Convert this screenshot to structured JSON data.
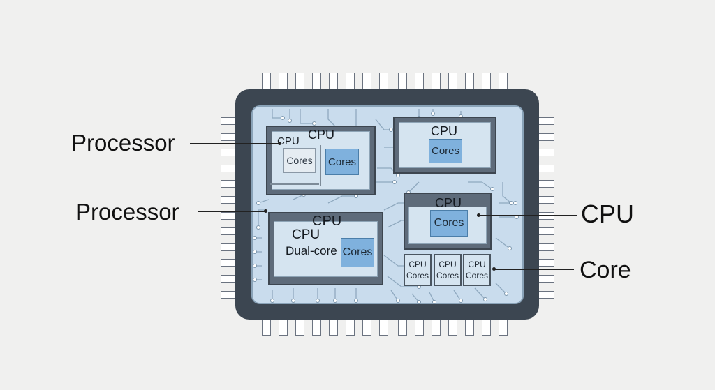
{
  "colors": {
    "background": "#f0f0ef",
    "package": "#3c4651",
    "board": "#c9dced",
    "core_highlight": "#7fb1dd",
    "pin": "#ffffff"
  },
  "callouts": {
    "processor_top": "Processor",
    "processor_bottom": "Processor",
    "cpu": "CPU",
    "core": "Core"
  },
  "top_left_block": {
    "title": "CPU",
    "sub_title": "CPU",
    "cores_plain": "Cores",
    "cores_highlight": "Cores"
  },
  "top_right_block": {
    "title": "CPU",
    "cores": "Cores"
  },
  "bottom_left_block": {
    "title": "CPU",
    "sub_title": "CPU",
    "dual_core_label": "Dual-core",
    "cores": "Cores"
  },
  "middle_right_block": {
    "title": "CPU",
    "cores": "Cores"
  },
  "small_cpus": [
    {
      "cpu": "CPU",
      "cores": "Cores"
    },
    {
      "cpu": "CPU",
      "cores": "Cores"
    },
    {
      "cpu": "CPU",
      "cores": "Cores"
    }
  ]
}
